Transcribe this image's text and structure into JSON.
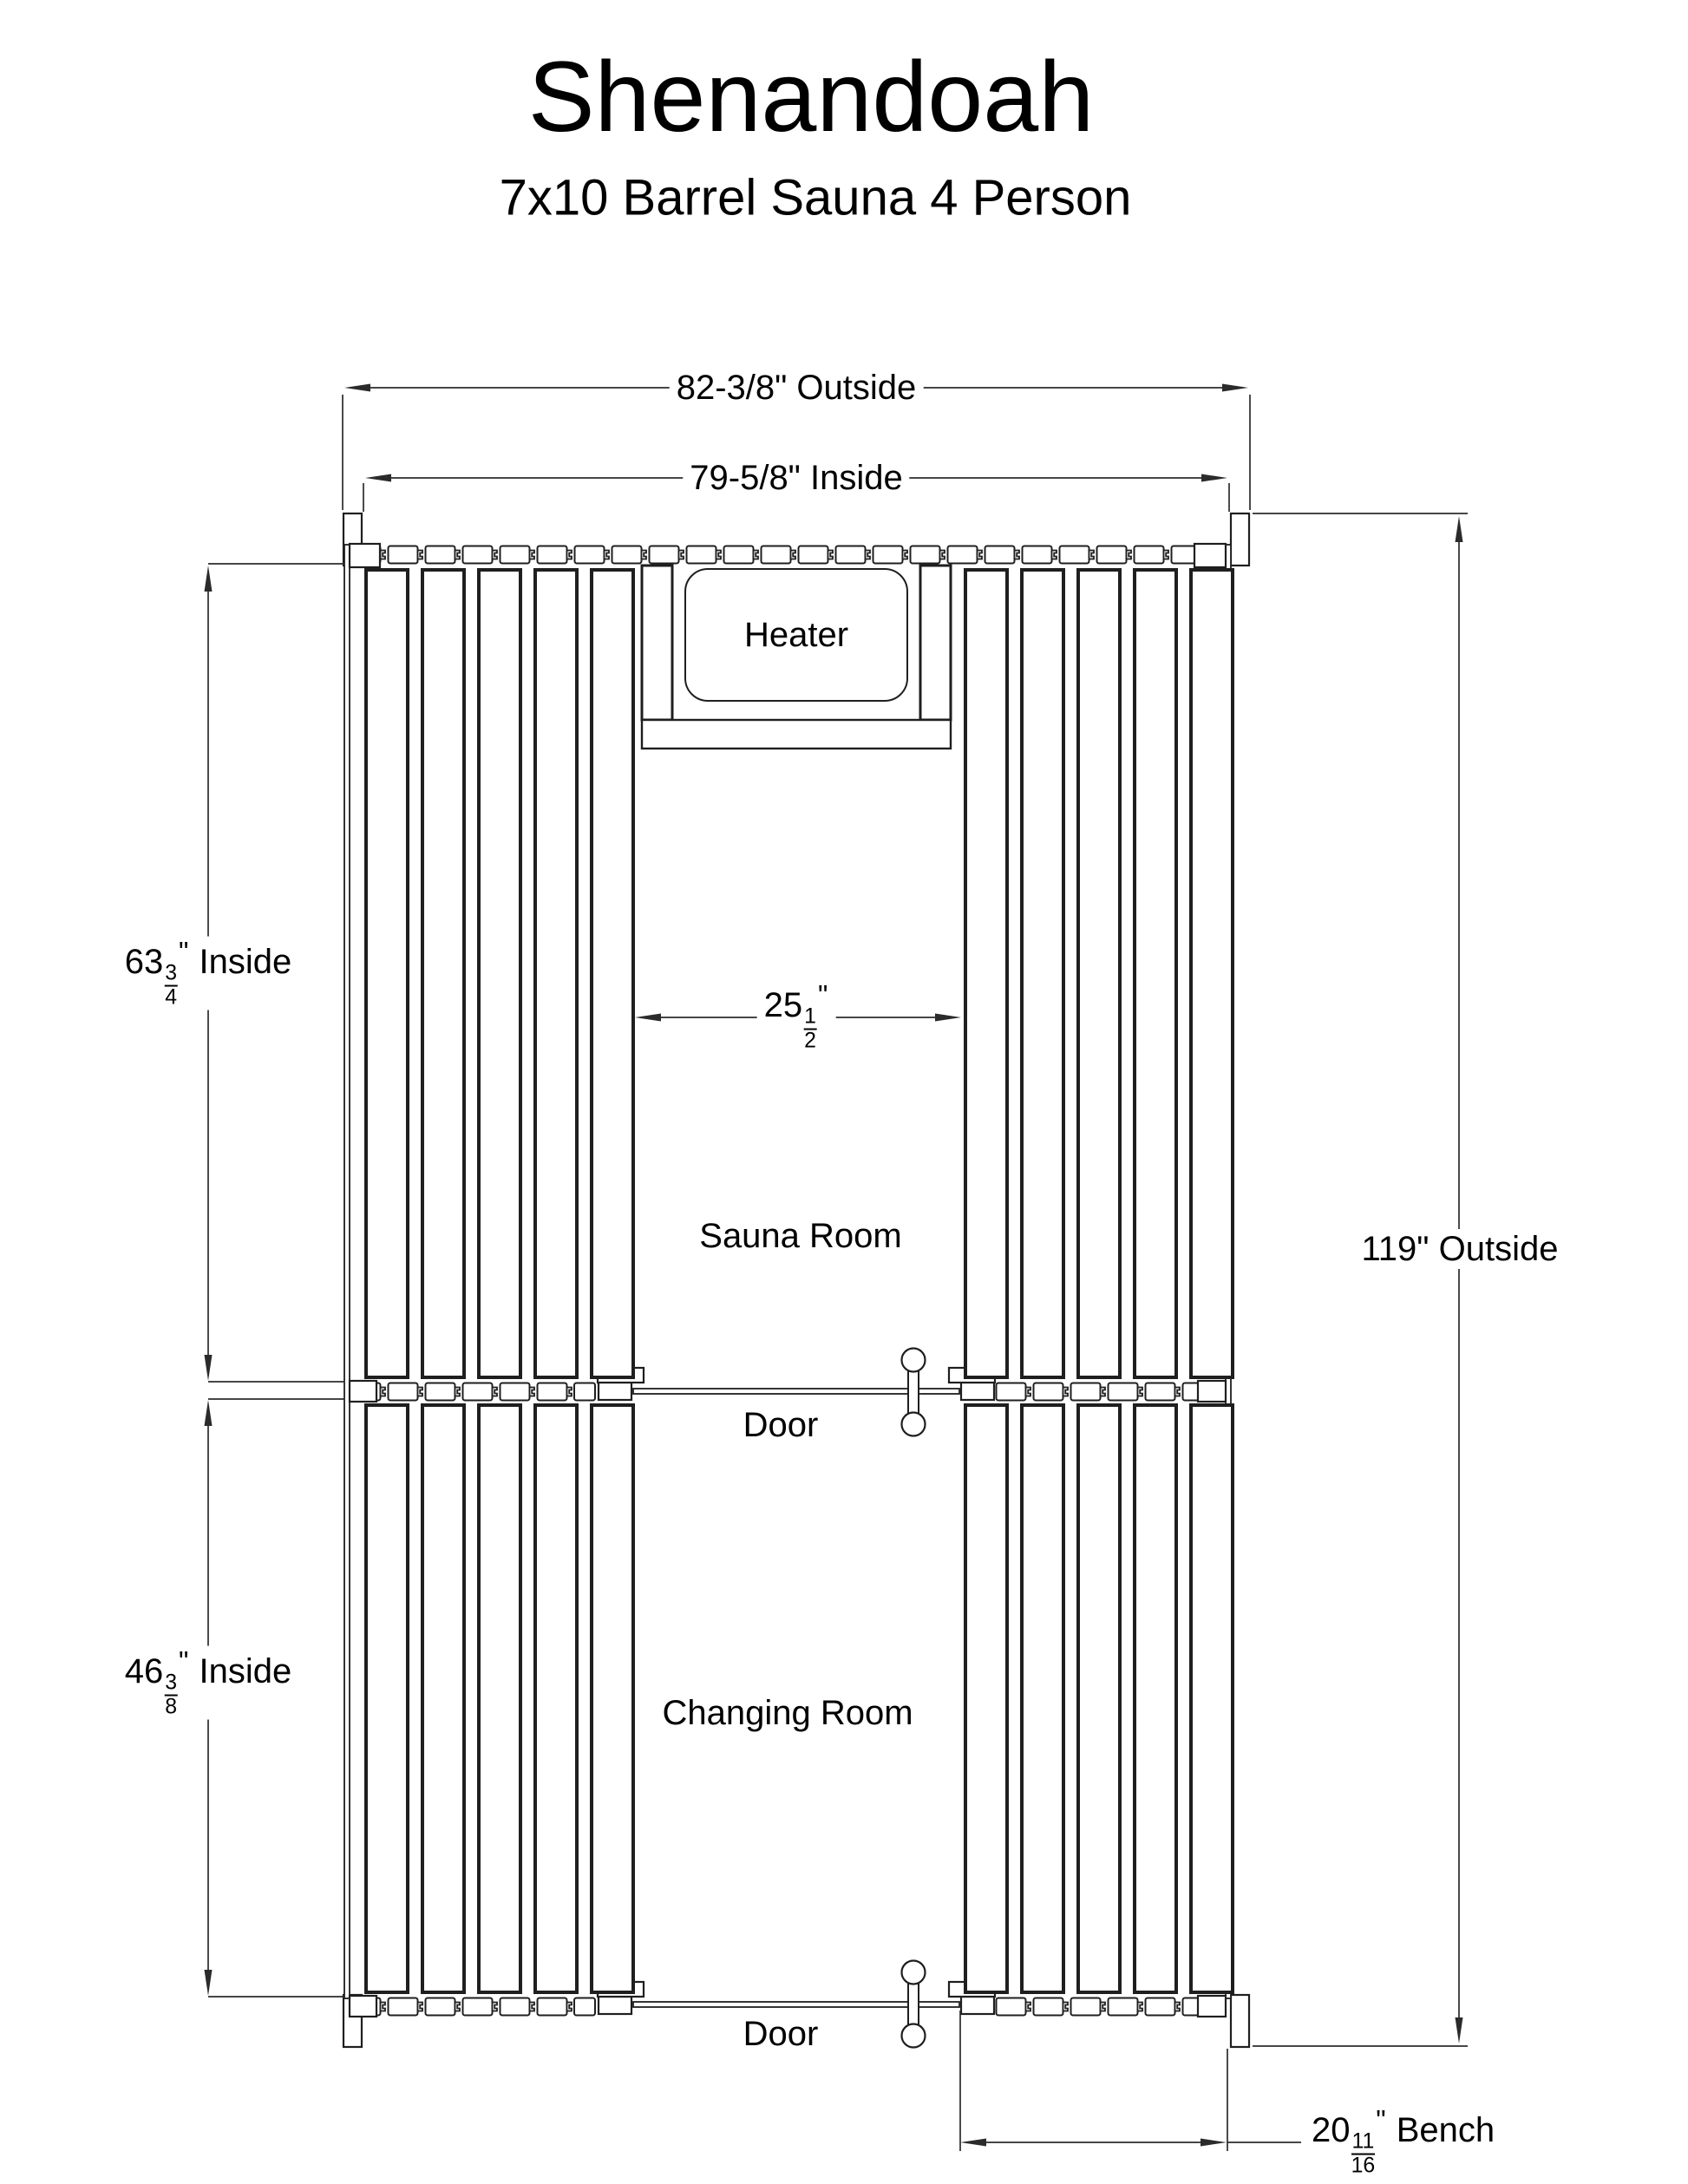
{
  "header": {
    "title": "Shenandoah",
    "subtitle": "7x10 Barrel Sauna 4 Person"
  },
  "rooms": {
    "sauna": "Sauna Room",
    "changing": "Changing Room"
  },
  "equipment": {
    "heater": "Heater"
  },
  "doors": {
    "top": "Door",
    "bottom": "Door"
  },
  "dimensions": {
    "outside_width": {
      "text": "82-3/8\" Outside"
    },
    "inside_width": {
      "text": "79-5/8\" Inside"
    },
    "sauna_depth": {
      "whole": "63",
      "numerator": "3",
      "denominator": "4",
      "unit": "\"",
      "suffix": " Inside"
    },
    "heater_opening": {
      "whole": "25",
      "numerator": "1",
      "denominator": "2",
      "unit": "\"",
      "suffix": ""
    },
    "outside_length": {
      "text": "119\" Outside"
    },
    "changing_depth": {
      "whole": "46",
      "numerator": "3",
      "denominator": "8",
      "unit": "\"",
      "suffix": " Inside"
    },
    "bench_depth": {
      "whole": "20",
      "numerator": "11",
      "denominator": "16",
      "unit": "\"",
      "suffix": " Bench"
    }
  },
  "colors": {
    "line": "#1f1f1f",
    "dimension_line": "#2b2b2b",
    "background": "#ffffff",
    "text": "#000000"
  }
}
